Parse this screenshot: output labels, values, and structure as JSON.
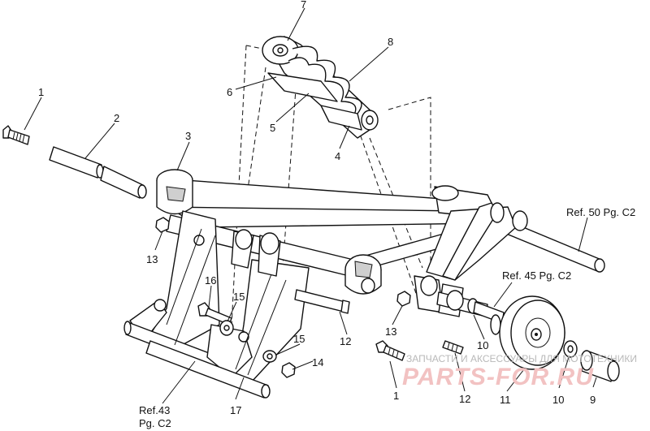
{
  "callouts": {
    "c1a": "1",
    "c1b": "1",
    "c2": "2",
    "c3": "3",
    "c4": "4",
    "c5": "5",
    "c6": "6",
    "c7": "7",
    "c8": "8",
    "c9": "9",
    "c10a": "10",
    "c10b": "10",
    "c11": "11",
    "c12a": "12",
    "c12b": "12",
    "c13a": "13",
    "c13b": "13",
    "c14": "14",
    "c15a": "15",
    "c15b": "15",
    "c16": "16",
    "c17": "17"
  },
  "references": {
    "ref50": "Ref. 50 Pg. C2",
    "ref45": "Ref. 45 Pg. C2",
    "ref43_line1": "Ref.43",
    "ref43_line2": "Pg. C2"
  },
  "watermark": {
    "caption": "ЗАПЧАСТИ И АКСЕССУАРЫ ДЛЯ МОТОТЕХНИКИ",
    "logo": "PARTS-FOR.RU"
  }
}
